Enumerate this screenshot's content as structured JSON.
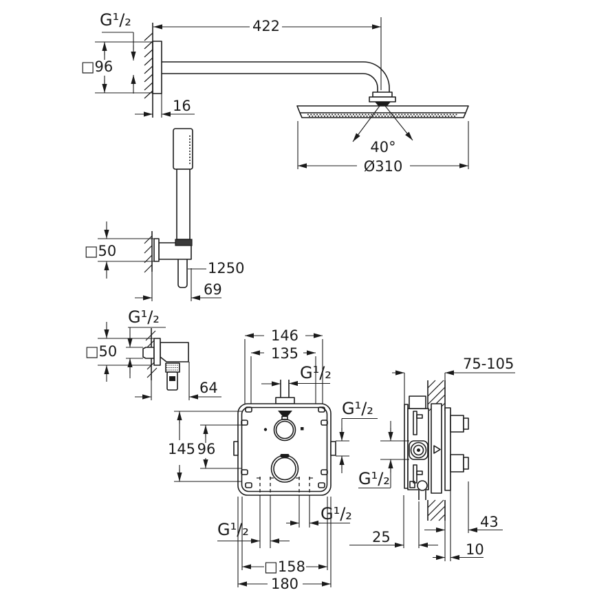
{
  "colors": {
    "line": "#1a1a1a",
    "background": "#ffffff"
  },
  "shower_head": {
    "wall_thread": "G¹/₂",
    "escutcheon_size": "□96",
    "arm_length": "422",
    "escutcheon_depth": "16",
    "spray_angle": "40°",
    "head_diameter": "Ø310"
  },
  "hand_shower": {
    "holder_escutcheon": "□50",
    "hose_length": "1250",
    "holder_depth": "69"
  },
  "wall_elbow": {
    "thread": "G¹/₂",
    "escutcheon_size": "□50",
    "depth": "64"
  },
  "front_view": {
    "screw_width_outer": "146",
    "screw_width_inner": "135",
    "top_outlet_thread": "G¹/₂",
    "screw_height_outer": "145",
    "screw_height_inner": "96",
    "side_outlet_thread": "G¹/₂",
    "bottom_left_outlet_thread": "G¹/₂",
    "bottom_right_outlet_thread": "G¹/₂",
    "trim_plate_size": "□158",
    "box_width": "180"
  },
  "side_view": {
    "install_depth_range": "75-105",
    "center_outlet_thread": "G¹/₂",
    "back_offset": "25",
    "handle_projection": "43",
    "trim_thickness": "10"
  }
}
